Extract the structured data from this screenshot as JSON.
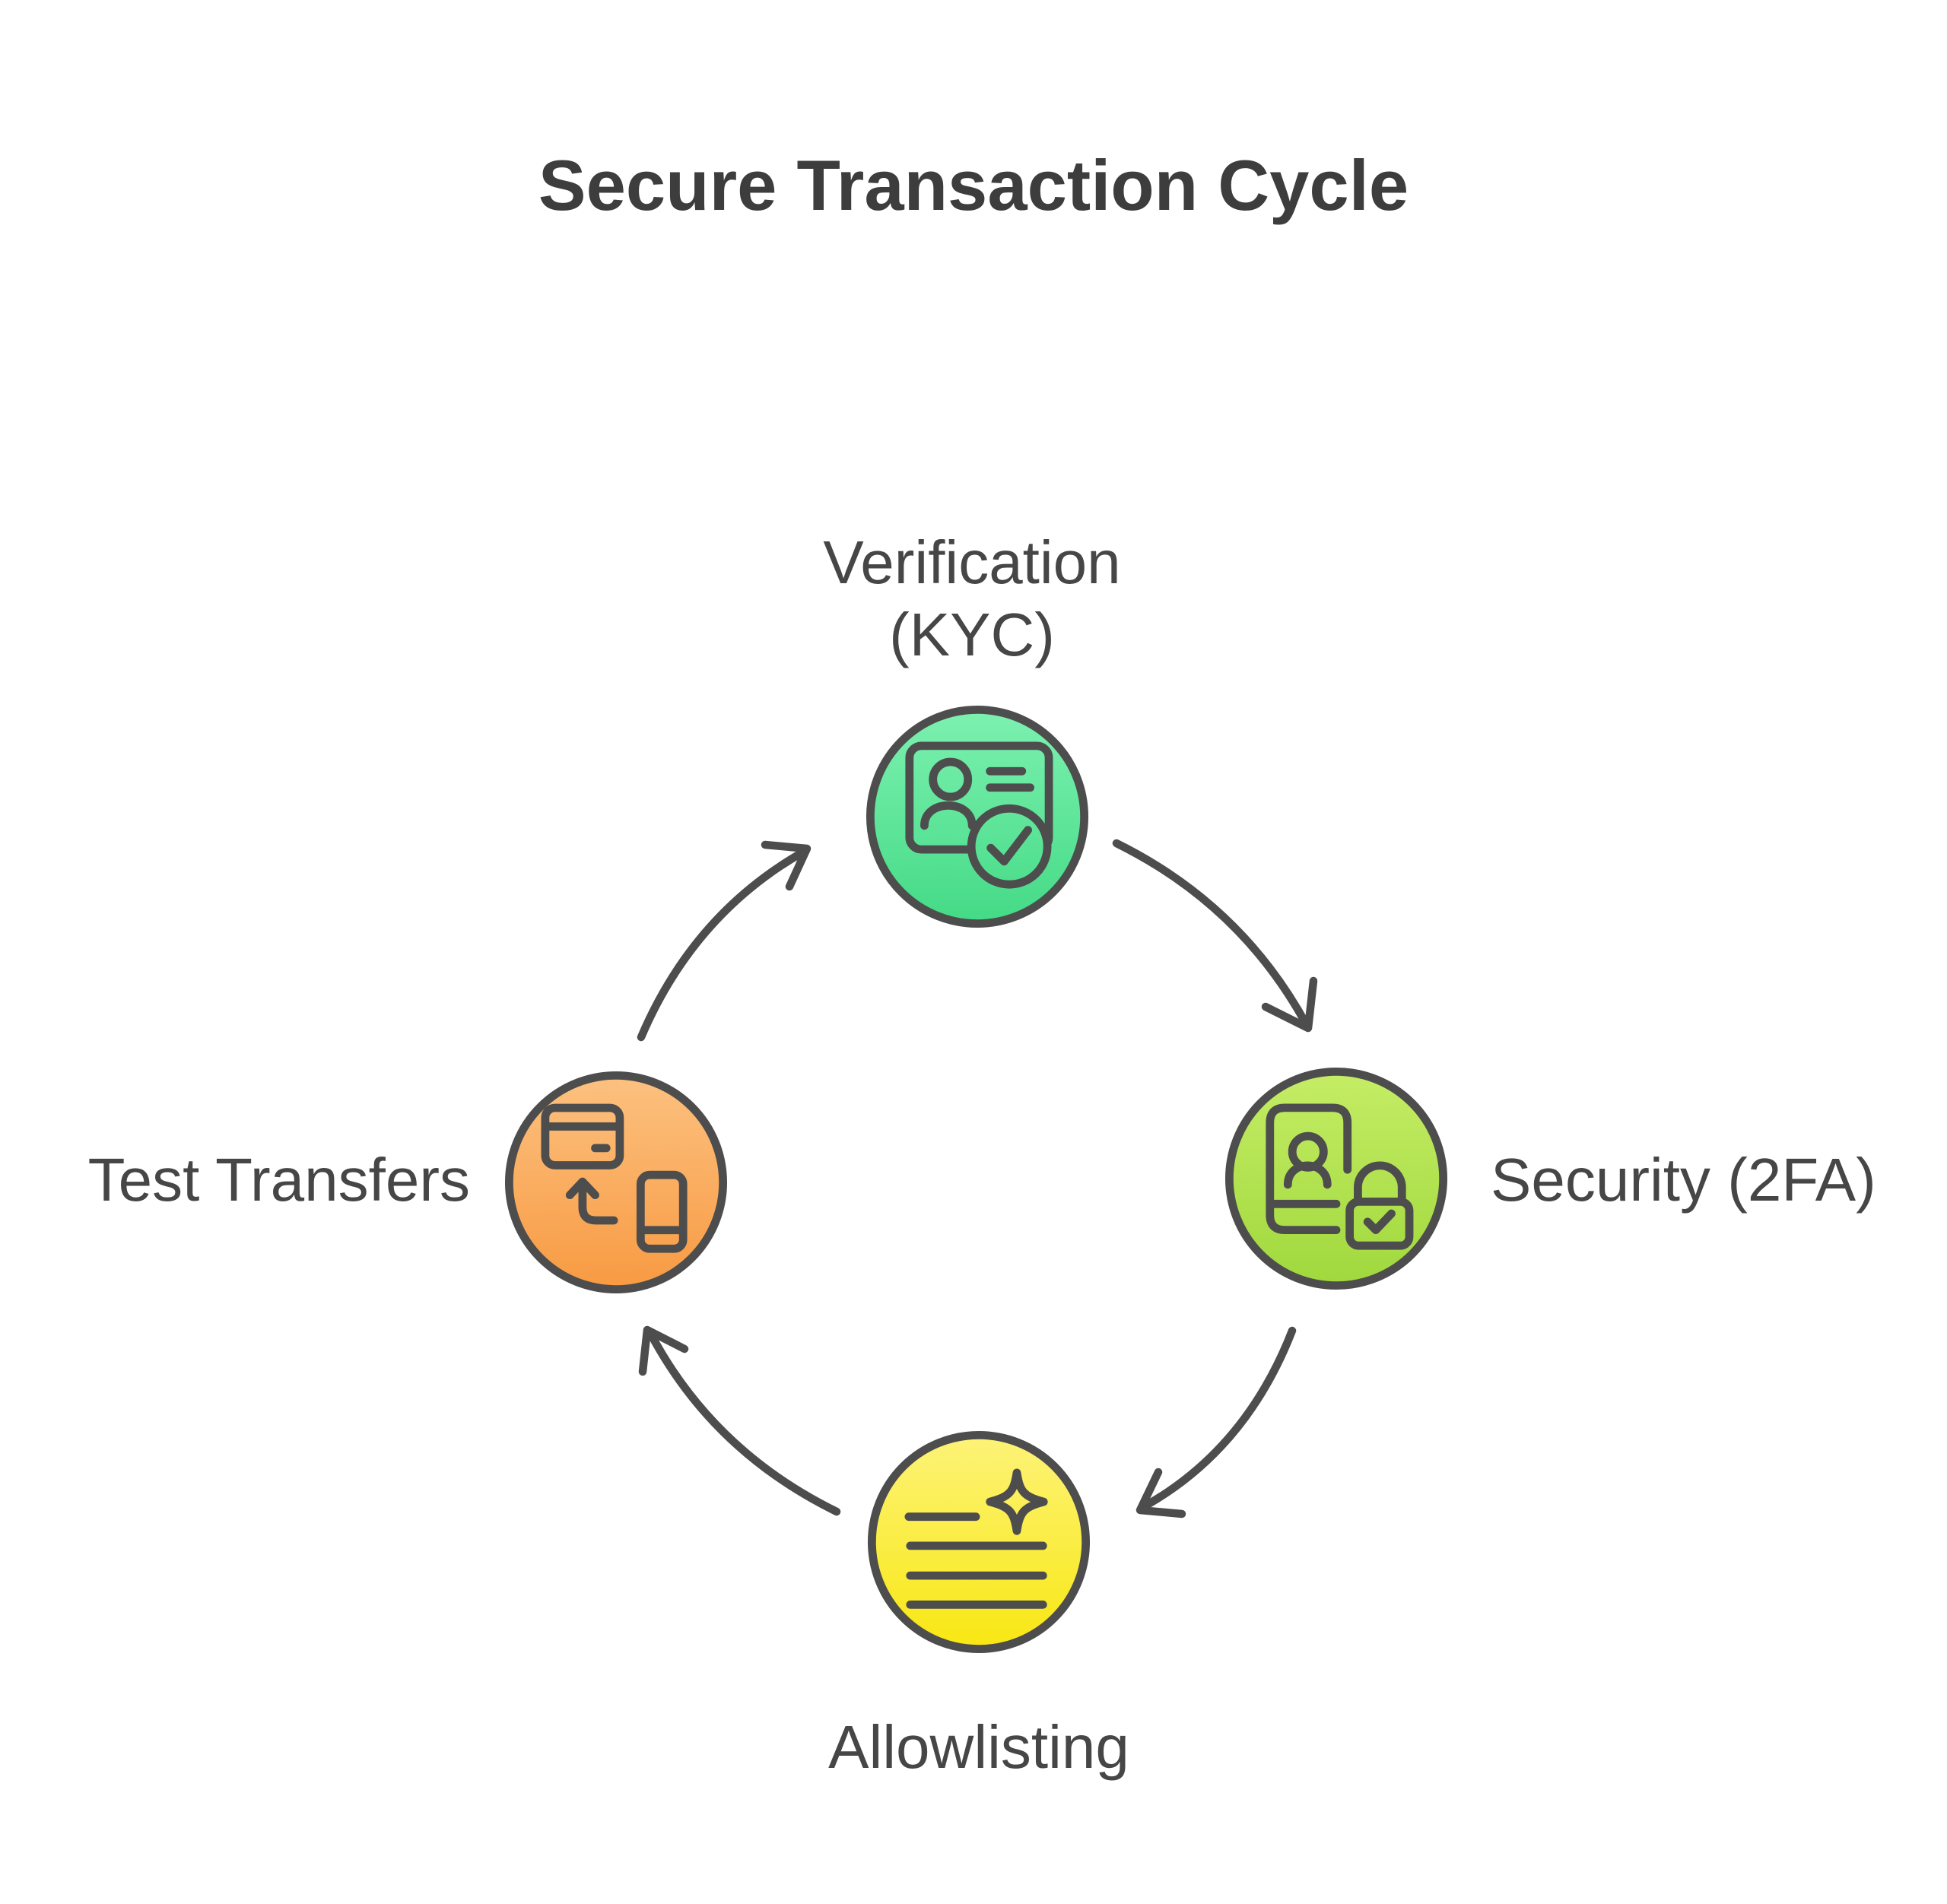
{
  "title": "Secure Transaction Cycle",
  "palette": {
    "background": "#ffffff",
    "stroke": "#4d4d4d",
    "title_color": "#3d3d3d",
    "label_color": "#464646"
  },
  "cycle": {
    "direction": "clockwise",
    "flow": [
      "Verification (KYC)",
      "Security (2FA)",
      "Allowlisting",
      "Test Transfers"
    ],
    "nodes": [
      {
        "id": "verification",
        "label": "Verification (KYC)",
        "label_line1": "Verification",
        "label_line2": "(KYC)",
        "icon": "id-card-check-icon",
        "color_top": "#7df1b0",
        "color_bottom": "#44da86"
      },
      {
        "id": "security",
        "label": "Security (2FA)",
        "icon": "phone-identity-lock-icon",
        "color_top": "#c5ed65",
        "color_bottom": "#a0d83d"
      },
      {
        "id": "allowlisting",
        "label": "Allowlisting",
        "icon": "list-sparkle-icon",
        "color_top": "#fdf378",
        "color_bottom": "#f8e712"
      },
      {
        "id": "test-transfers",
        "label": "Test Transfers",
        "icon": "card-phone-transfer-icon",
        "color_top": "#fcc180",
        "color_bottom": "#f89a42"
      }
    ]
  }
}
